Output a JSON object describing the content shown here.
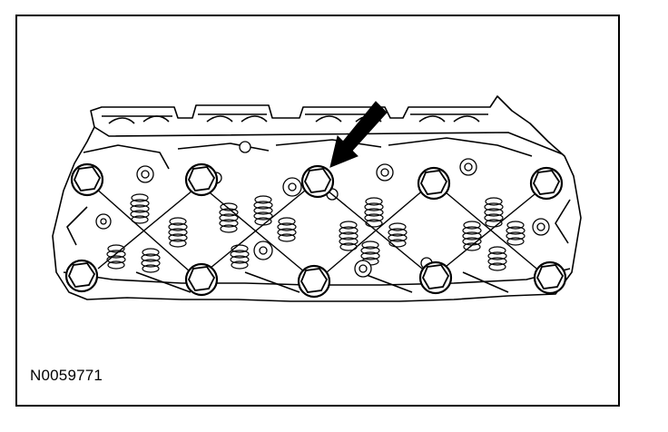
{
  "figure": {
    "reference_code": "N0059771",
    "line_color": "#000000",
    "background": "#ffffff",
    "arrow_icon": "callout-arrow-icon",
    "bolt_count": 10,
    "subject": "cylinder-head-bolts"
  }
}
